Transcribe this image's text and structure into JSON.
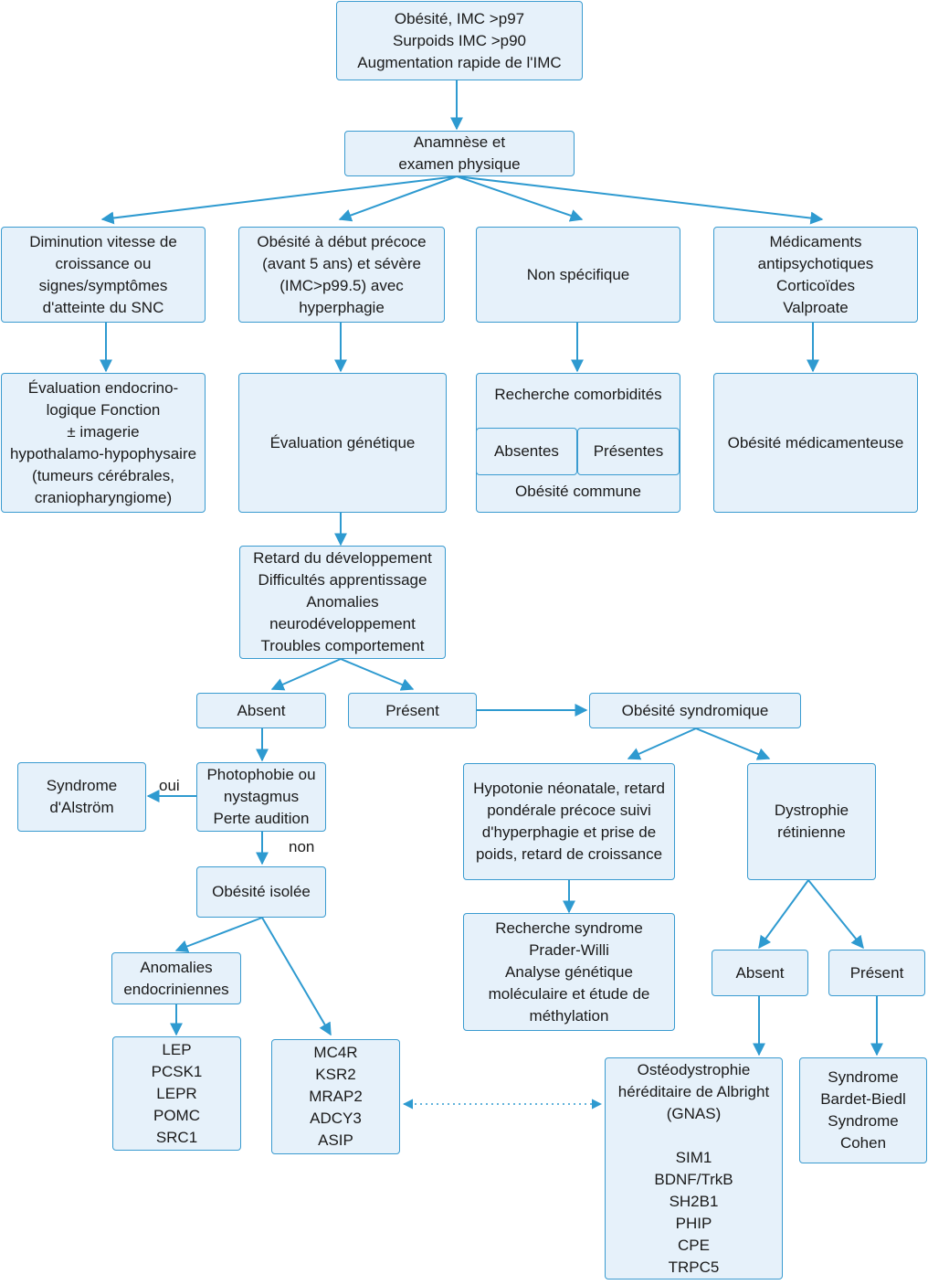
{
  "boxes": {
    "top": [
      "Obésité, IMC >p97",
      "Surpoids IMC >p90",
      "Augmentation rapide de l'IMC"
    ],
    "anamnese": [
      "Anamnèse et",
      "examen physique"
    ],
    "diminution": [
      "Diminution vitesse de",
      "croissance ou",
      "signes/symptômes",
      "d'atteinte du SNC"
    ],
    "precoce": [
      "Obésité à début précoce",
      "(avant 5 ans) et sévère",
      "(IMC>p99.5) avec",
      "hyperphagie"
    ],
    "non_specifique": [
      "Non spécifique"
    ],
    "medicaments": [
      "Médicaments",
      "antipsychotiques",
      "Corticoïdes",
      "Valproate"
    ],
    "eval_endo": [
      "Évaluation endocrino-",
      "logique Fonction",
      "± imagerie",
      "hypothalamo-hypophysaire",
      "(tumeurs cérébrales,",
      "craniopharyngiome)"
    ],
    "eval_gen": [
      "Évaluation génétique"
    ],
    "recherche_comorb": [
      "Recherche comorbidités"
    ],
    "absentes": [
      "Absentes"
    ],
    "presentes": [
      "Présentes"
    ],
    "obesite_commune": [
      "Obésité commune"
    ],
    "obesite_medic": [
      "Obésité médicamenteuse"
    ],
    "retard": [
      "Retard du développement",
      "Difficultés apprentissage",
      "Anomalies",
      "neurodéveloppement",
      "Troubles comportement"
    ],
    "absent1": [
      "Absent"
    ],
    "present1": [
      "Présent"
    ],
    "syndromique": [
      "Obésité syndromique"
    ],
    "alstrom": [
      "Syndrome",
      "d'Alström"
    ],
    "photophobie": [
      "Photophobie ou",
      "nystagmus",
      "Perte audition"
    ],
    "isolee": [
      "Obésité isolée"
    ],
    "hypotonie": [
      "Hypotonie néonatale, retard",
      "pondérale précoce suivi",
      "d'hyperphagie et prise de",
      "poids, retard de croissance"
    ],
    "dystrophie": [
      "Dystrophie",
      "rétinienne"
    ],
    "anomalies_endo": [
      "Anomalies",
      "endocriniennes"
    ],
    "prader": [
      "Recherche syndrome",
      "Prader-Willi",
      "Analyse génétique",
      "moléculaire et étude de",
      "méthylation"
    ],
    "absent2": [
      "Absent"
    ],
    "present2": [
      "Présent"
    ],
    "lep": [
      "LEP",
      "PCSK1",
      "LEPR",
      "POMC",
      "SRC1"
    ],
    "mc4r": [
      "MC4R",
      "KSR2",
      "MRAP2",
      "ADCY3",
      "ASIP"
    ],
    "albright": [
      "Ostéodystrophie",
      "héréditaire de Albright",
      "(GNAS)",
      "",
      "SIM1",
      "BDNF/TrkB",
      "SH2B1",
      "PHIP",
      "CPE",
      "TRPC5"
    ],
    "bardet": [
      "Syndrome",
      "Bardet-Biedl",
      "Syndrome",
      "Cohen"
    ]
  },
  "labels": {
    "oui": "oui",
    "non": "non"
  },
  "colors": {
    "line": "#2e9ad0",
    "fill": "#e6f1fa",
    "border": "#3a9bd0"
  }
}
